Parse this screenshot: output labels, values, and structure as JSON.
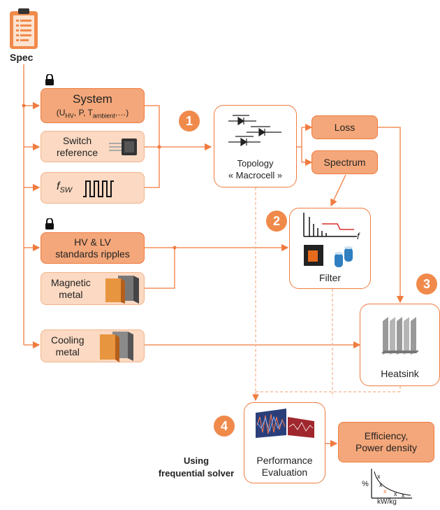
{
  "spec": {
    "label": "Spec"
  },
  "inputs": {
    "system": {
      "title": "System",
      "params_prefix": "(U",
      "sub_hv": "HV",
      "params_mid": ", P, T",
      "sub_amb": "ambient",
      "params_suffix": ",…)"
    },
    "switch": {
      "line1": "Switch",
      "line2": "reference"
    },
    "fsw": {
      "label": "f",
      "sub": "SW"
    },
    "standards": {
      "line1": "HV & LV",
      "line2": "standards ripples"
    },
    "magnetic": {
      "line1": "Magnetic",
      "line2": "metal"
    },
    "cooling": {
      "line1": "Cooling",
      "line2": "metal"
    }
  },
  "blocks": {
    "topology": {
      "line1": "Topology",
      "line2": "« Macrocell »"
    },
    "loss": {
      "label": "Loss"
    },
    "spectrum": {
      "label": "Spectrum"
    },
    "filter": {
      "label": "Filter",
      "axis_f": "f"
    },
    "heatsink": {
      "label": "Heatsink"
    },
    "performance": {
      "line1": "Performance",
      "line2": "Evaluation"
    },
    "efficiency": {
      "line1": "Efficiency,",
      "line2": "Power density"
    }
  },
  "steps": [
    "1",
    "2",
    "3",
    "4"
  ],
  "solver_note": {
    "line1": "Using",
    "line2": "frequential solver"
  },
  "mini_chart": {
    "ylabel": "%",
    "xlabel": "kW/kg",
    "marker": "x"
  },
  "colors": {
    "accent": "#f07b3f",
    "dark_box": "#f4a77a",
    "light_box": "#fbd9c2",
    "badge": "#f08a4b"
  }
}
